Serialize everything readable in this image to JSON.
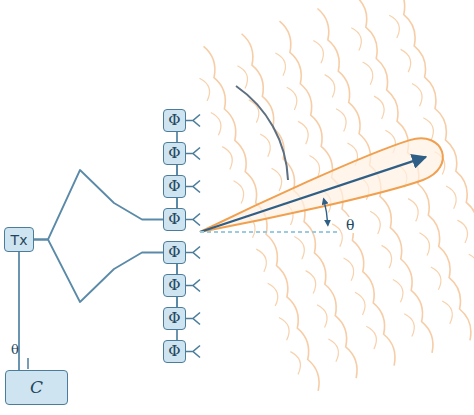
{
  "diagram": {
    "nodes": [
      {
        "text": [
          "Tx"
        ]
      },
      {
        "text": [
          "Φ"
        ]
      },
      {
        "text": [
          "Φ"
        ]
      },
      {
        "text": [
          "Φ"
        ]
      },
      {
        "text": [
          "Φ"
        ]
      },
      {
        "text": [
          "Φ"
        ]
      },
      {
        "text": [
          "Φ"
        ]
      },
      {
        "text": [
          "Φ"
        ]
      },
      {
        "text": [
          "Φ"
        ]
      },
      {
        "text": [
          "C"
        ]
      }
    ],
    "edges": [
      {
        "from": 0,
        "to": 1,
        "arrow": "none"
      },
      {
        "from": 0,
        "to": 2,
        "arrow": "none"
      },
      {
        "from": 0,
        "to": 3,
        "arrow": "none"
      },
      {
        "from": 0,
        "to": 4,
        "arrow": "none"
      },
      {
        "from": 0,
        "to": 5,
        "arrow": "none"
      },
      {
        "from": 0,
        "to": 6,
        "arrow": "none"
      },
      {
        "from": 0,
        "to": 7,
        "arrow": "none"
      },
      {
        "from": 0,
        "to": 8,
        "arrow": "none"
      },
      {
        "from": 0,
        "to": 9,
        "arrow": "none"
      }
    ],
    "labels": [
      "θ",
      "θ"
    ]
  }
}
